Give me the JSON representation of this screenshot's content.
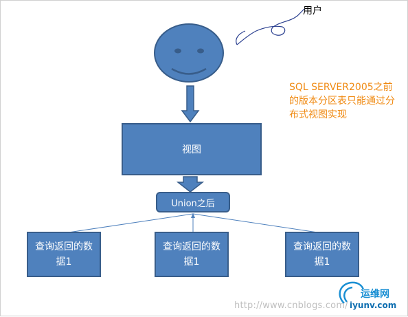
{
  "user_label": "用户",
  "note_text": "SQL SERVER2005之前的版本分区表只能通过分布式视图实现",
  "view_box_label": "视图",
  "union_box_label": "Union之后",
  "data_boxes": [
    {
      "label": "查询返回的数据1"
    },
    {
      "label": "查询返回的数据1"
    },
    {
      "label": "查询返回的数据1"
    }
  ],
  "watermark": {
    "url": "http://www.cnblogs.com/",
    "logo_text": "运维网",
    "logo_sub": "iyunv.com"
  },
  "colors": {
    "box_fill": "#4f81bd",
    "box_border": "#385d8a",
    "note_text": "#f08a12"
  }
}
